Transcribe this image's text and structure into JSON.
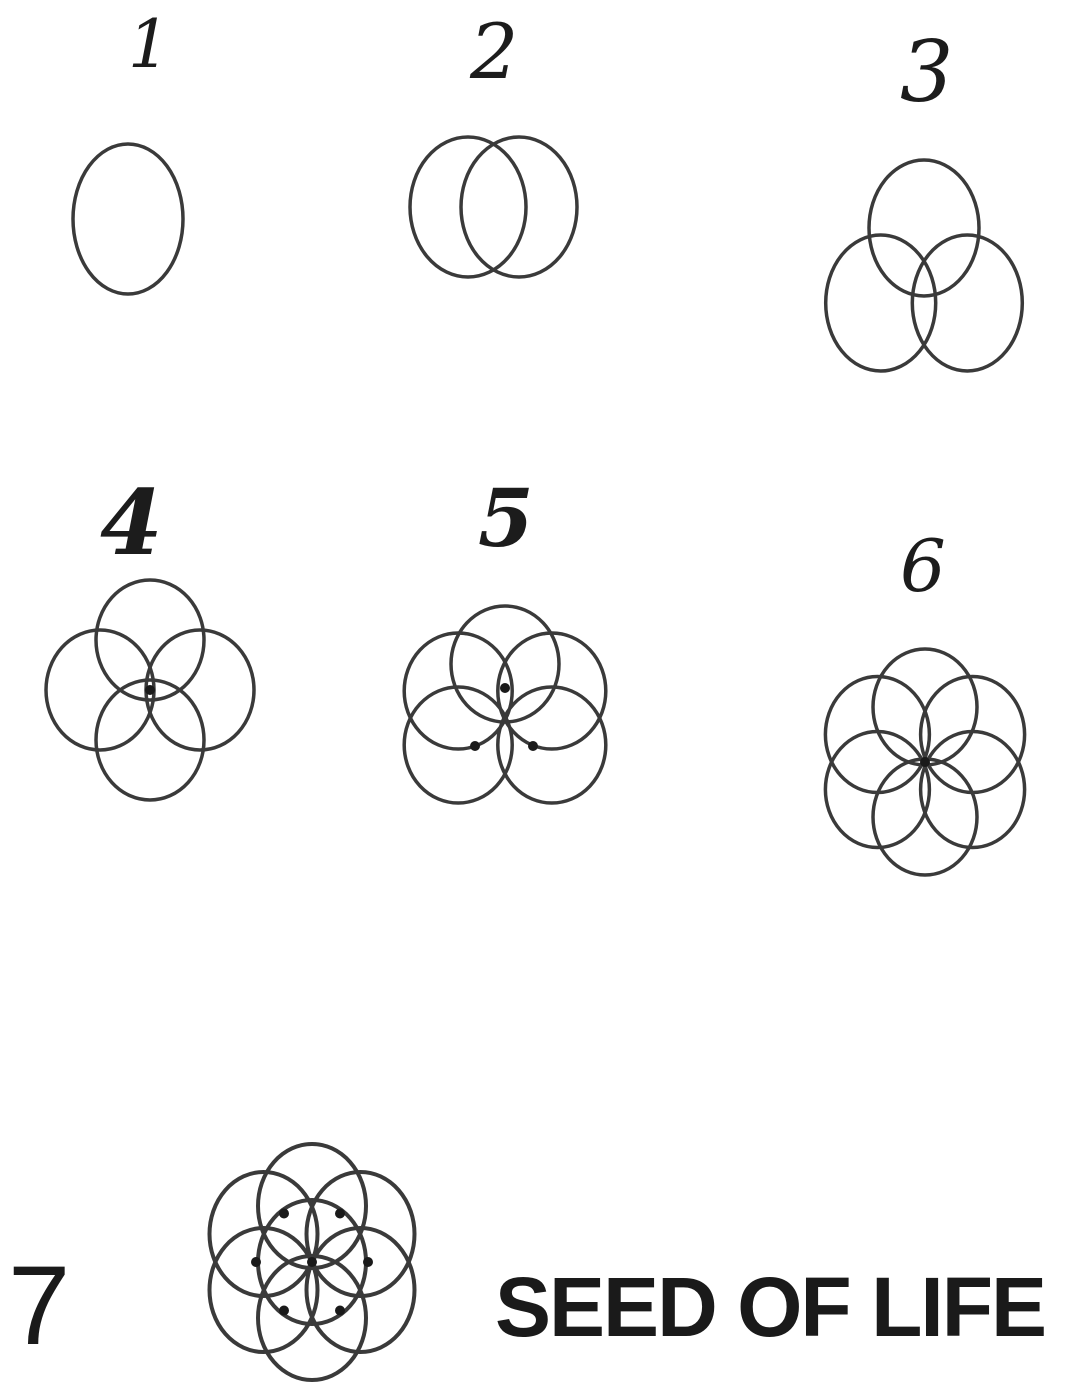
{
  "steps": [
    {
      "number": "1",
      "circles": 1
    },
    {
      "number": "2",
      "circles": 2
    },
    {
      "number": "3",
      "circles": 3
    },
    {
      "number": "4",
      "circles": 4
    },
    {
      "number": "5",
      "circles": 5
    },
    {
      "number": "6",
      "circles": 6
    },
    {
      "number": "7",
      "circles": 7
    }
  ],
  "caption": "SEED OF LIFE",
  "colors": {
    "line": "#3a3a3a",
    "background": "#ffffff"
  }
}
